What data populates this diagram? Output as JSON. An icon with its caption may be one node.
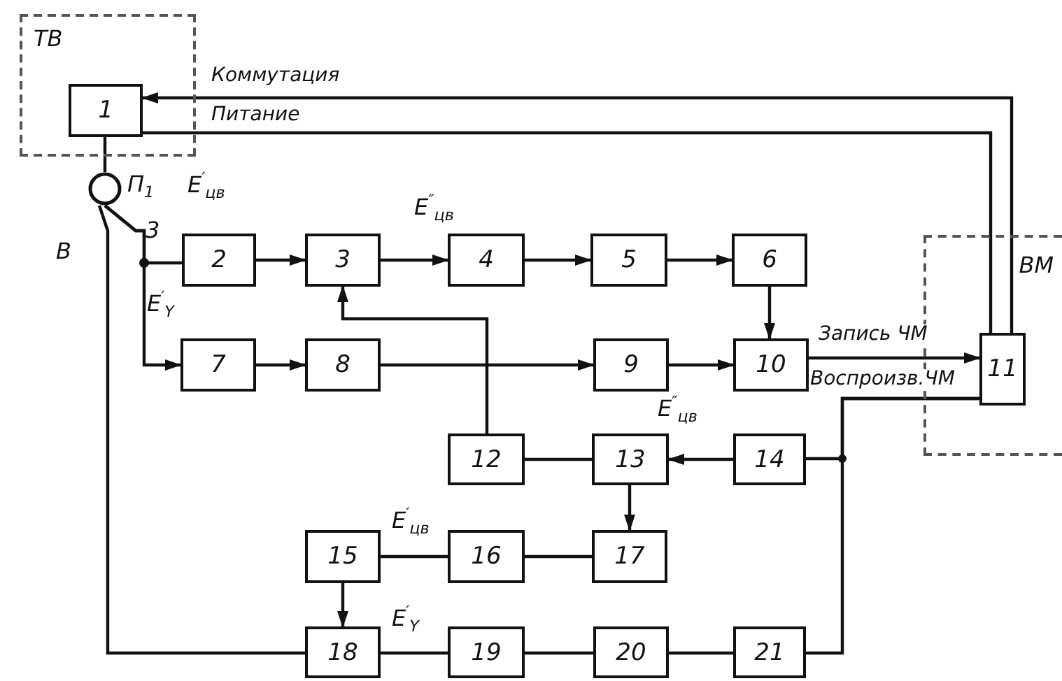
{
  "diagram": {
    "nodes": [
      {
        "text": [
          "ТВ"
        ]
      },
      {
        "text": [
          "1"
        ],
        "in": 0
      },
      {
        "text": [
          "2"
        ]
      },
      {
        "text": [
          "3"
        ]
      },
      {
        "text": [
          "4"
        ]
      },
      {
        "text": [
          "5"
        ]
      },
      {
        "text": [
          "6"
        ]
      },
      {
        "text": [
          "ВМ"
        ]
      },
      {
        "text": [
          "7"
        ]
      },
      {
        "text": [
          "8"
        ]
      },
      {
        "text": [
          "9"
        ]
      },
      {
        "text": [
          "10"
        ]
      },
      {
        "text": [
          "11"
        ],
        "in": 7
      },
      {
        "text": [
          "12"
        ]
      },
      {
        "text": [
          "13"
        ]
      },
      {
        "text": [
          "14"
        ]
      },
      {
        "text": [
          "15"
        ]
      },
      {
        "text": [
          "16"
        ]
      },
      {
        "text": [
          "17"
        ]
      },
      {
        "text": [
          "18"
        ]
      },
      {
        "text": [
          "19"
        ]
      },
      {
        "text": [
          "20"
        ]
      },
      {
        "text": [
          "21"
        ]
      },
      {
        "text": [],
        "shape": "circle",
        "beside": [
          "П$_{1}$"
        ]
      }
    ],
    "edges": [
      {
        "from": 12,
        "to": 1,
        "arrow": "to",
        "label": "Коммутация"
      },
      {
        "from": 12,
        "to": 1,
        "arrow": "none",
        "label": "Питание"
      },
      {
        "from": 1,
        "to": 23,
        "arrow": "none"
      },
      {
        "from": 23,
        "to": 2,
        "arrow": "none"
      },
      {
        "from": 23,
        "to": 8,
        "arrow": "to"
      },
      {
        "from": 23,
        "to": 19,
        "arrow": "none"
      },
      {
        "from": 2,
        "to": 3,
        "arrow": "to"
      },
      {
        "from": 3,
        "to": 4,
        "arrow": "to"
      },
      {
        "from": 4,
        "to": 5,
        "arrow": "to"
      },
      {
        "from": 5,
        "to": 6,
        "arrow": "to"
      },
      {
        "from": 6,
        "to": 11,
        "arrow": "to"
      },
      {
        "from": 8,
        "to": 9,
        "arrow": "to"
      },
      {
        "from": 9,
        "to": 10,
        "arrow": "to"
      },
      {
        "from": 10,
        "to": 11,
        "arrow": "to"
      },
      {
        "from": 11,
        "to": 12,
        "arrow": "to",
        "label": "Запись ЧМ"
      },
      {
        "from": 13,
        "to": 3,
        "arrow": "to"
      },
      {
        "from": 12,
        "to": 15,
        "arrow": "none",
        "label": "Воспроизв.ЧМ"
      },
      {
        "from": 12,
        "to": 22,
        "arrow": "none"
      },
      {
        "from": 13,
        "to": 14,
        "arrow": "none"
      },
      {
        "from": 15,
        "to": 14,
        "arrow": "to"
      },
      {
        "from": 14,
        "to": 18,
        "arrow": "to"
      },
      {
        "from": 16,
        "to": 17,
        "arrow": "none"
      },
      {
        "from": 17,
        "to": 18,
        "arrow": "none"
      },
      {
        "from": 16,
        "to": 19,
        "arrow": "to"
      },
      {
        "from": 19,
        "to": 20,
        "arrow": "none"
      },
      {
        "from": 20,
        "to": 21,
        "arrow": "none"
      },
      {
        "from": 21,
        "to": 22,
        "arrow": "none"
      }
    ],
    "labels": [
      "3",
      "В",
      "E$^{′}$$_{цв}$",
      "E$^{″}$$_{цв}$",
      "E$^{′}$$_{Y}$",
      "E$^{″}$$_{цв}$",
      "E$^{′}$$_{цв}$",
      "E$^{′}$$_{Y}$"
    ]
  }
}
